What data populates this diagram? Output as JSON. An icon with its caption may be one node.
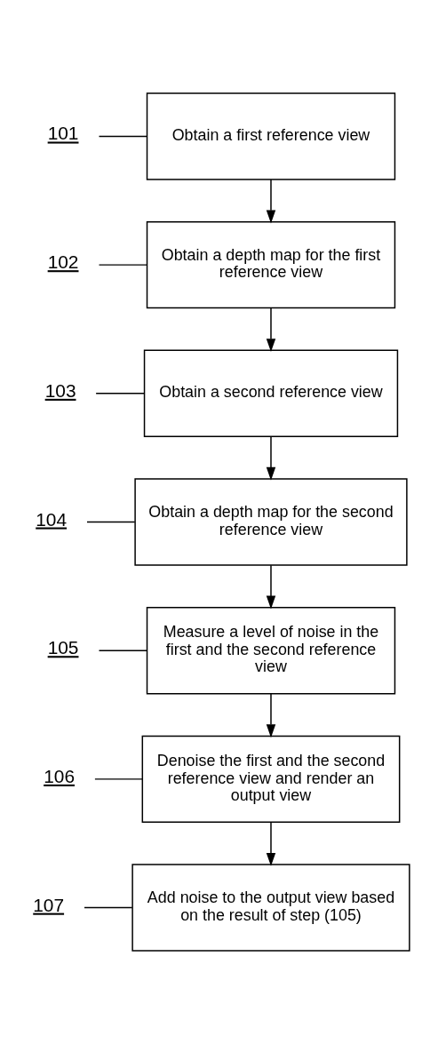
{
  "diagram": {
    "nodes": [
      {
        "text": [
          "101"
        ]
      },
      {
        "text": [
          "Obtain a first reference view"
        ]
      },
      {
        "text": [
          "102"
        ]
      },
      {
        "text": [
          "Obtain a depth map for the first reference view"
        ]
      },
      {
        "text": [
          "103"
        ]
      },
      {
        "text": [
          "Obtain a second reference view"
        ]
      },
      {
        "text": [
          "104"
        ]
      },
      {
        "text": [
          "Obtain a depth map for the second reference view"
        ]
      },
      {
        "text": [
          "105"
        ]
      },
      {
        "text": [
          "Measure a level of noise in the first and the second reference view"
        ]
      },
      {
        "text": [
          "106"
        ]
      },
      {
        "text": [
          "Denoise the first and the second reference view and render an output view"
        ]
      },
      {
        "text": [
          "107"
        ]
      },
      {
        "text": [
          "Add noise to the output view based on the result of step (105)"
        ]
      }
    ],
    "edges": [
      {
        "from": 0,
        "to": 1,
        "arrow": "none"
      },
      {
        "from": 1,
        "to": 3,
        "arrow": "to"
      },
      {
        "from": 2,
        "to": 3,
        "arrow": "none"
      },
      {
        "from": 3,
        "to": 5,
        "arrow": "to"
      },
      {
        "from": 4,
        "to": 5,
        "arrow": "none"
      },
      {
        "from": 5,
        "to": 7,
        "arrow": "to"
      },
      {
        "from": 6,
        "to": 7,
        "arrow": "none"
      },
      {
        "from": 7,
        "to": 9,
        "arrow": "to"
      },
      {
        "from": 8,
        "to": 9,
        "arrow": "none"
      },
      {
        "from": 9,
        "to": 11,
        "arrow": "to"
      },
      {
        "from": 10,
        "to": 11,
        "arrow": "none"
      },
      {
        "from": 11,
        "to": 13,
        "arrow": "to"
      },
      {
        "from": 12,
        "to": 13,
        "arrow": "none"
      }
    ]
  }
}
